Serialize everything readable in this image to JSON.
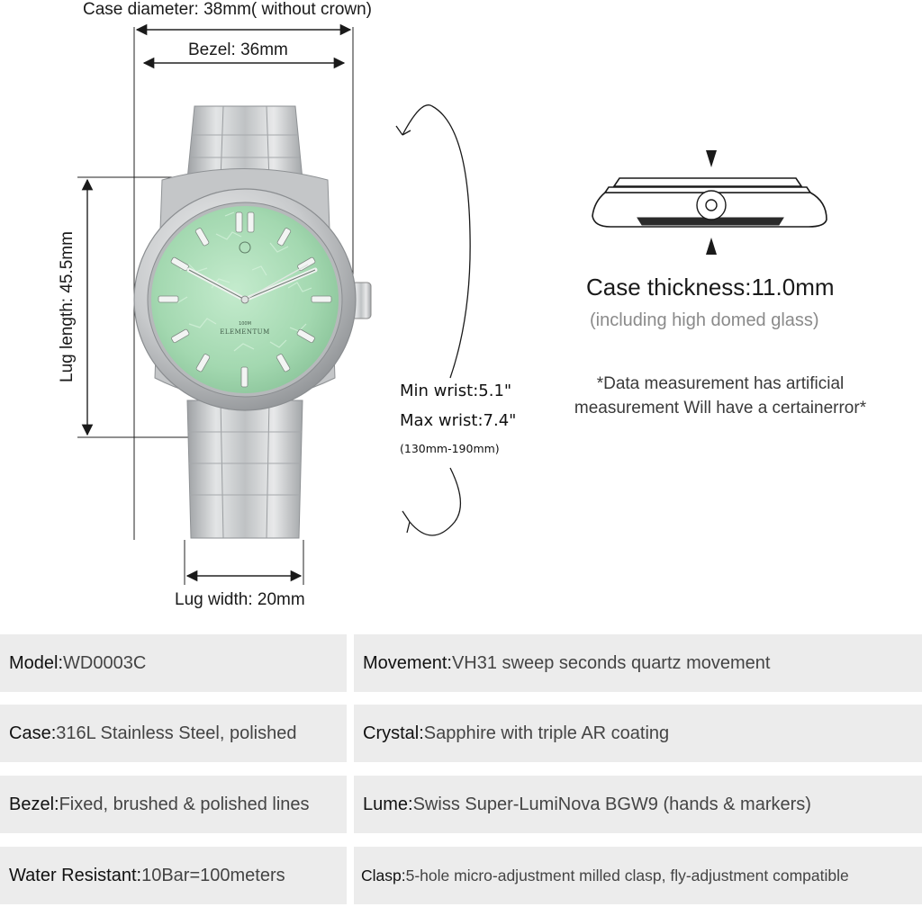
{
  "dimensions": {
    "case_diameter": "Case diameter: 38mm( without crown)",
    "bezel": "Bezel: 36mm",
    "lug_length": "Lug length: 45.5mm",
    "lug_width": "Lug width: 20mm"
  },
  "brand_on_dial": "ELEMENTUM",
  "depth_on_dial": "100M",
  "thickness": {
    "title": "Case thickness:11.0mm",
    "subtitle": "(including high domed glass)"
  },
  "note": "*Data measurement has artificial measurement Will have a certainerror*",
  "wrist": {
    "min": "Min wrist:5.1\"",
    "max": "Max wrist:7.4\"",
    "range": "(130mm-190mm)"
  },
  "colors": {
    "dial": "#a9dcb6",
    "steel": "#cfd1d3",
    "cell_bg": "#ececec"
  },
  "specs": [
    {
      "label": "Model:",
      "value": " WD0003C"
    },
    {
      "label": "Movement:",
      "value": " VH31 sweep seconds quartz movement"
    },
    {
      "label": "Case:",
      "value": " 316L Stainless Steel, polished"
    },
    {
      "label": "Crystal:",
      "value": " Sapphire with triple AR coating"
    },
    {
      "label": "Bezel:",
      "value": " Fixed, brushed & polished lines"
    },
    {
      "label": "Lume:",
      "value": " Swiss Super-LumiNova BGW9 (hands & markers)"
    },
    {
      "label": "Water Resistant:",
      "value": " 10Bar=100meters"
    },
    {
      "label": "Clasp:",
      "value": " 5-hole micro-adjustment milled clasp, fly-adjustment compatible"
    }
  ]
}
